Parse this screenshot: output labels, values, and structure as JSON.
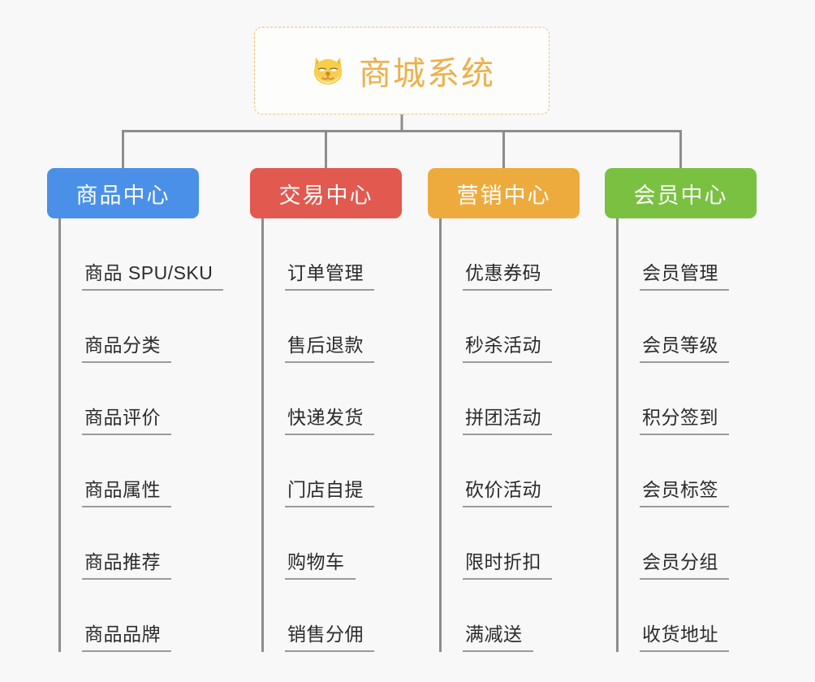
{
  "diagram": {
    "type": "mind-map",
    "background_color": "#f8f8f8",
    "root": {
      "icon": "dog-face-emoji",
      "icon_glyph": "🐶",
      "title": "商城系统",
      "title_color": "#edb04a",
      "border_color": "#f0c070",
      "border_style": "dashed",
      "fill_color": "#fdfdfc"
    },
    "connector_color": "#8d8d8d",
    "leaf_underline_color": "#9a9a9a",
    "leaf_text_color": "#2b2b2b",
    "branches": [
      {
        "label": "商品中心",
        "color": "#4a90e8",
        "leaves": [
          "商品 SPU/SKU",
          "商品分类",
          "商品评价",
          "商品属性",
          "商品推荐",
          "商品品牌"
        ]
      },
      {
        "label": "交易中心",
        "color": "#e2594f",
        "leaves": [
          "订单管理",
          "售后退款",
          "快递发货",
          "门店自提",
          "购物车",
          "销售分佣"
        ]
      },
      {
        "label": "营销中心",
        "color": "#eeab3d",
        "leaves": [
          "优惠券码",
          "秒杀活动",
          "拼团活动",
          "砍价活动",
          "限时折扣",
          "满减送"
        ]
      },
      {
        "label": "会员中心",
        "color": "#7ac142",
        "leaves": [
          "会员管理",
          "会员等级",
          "积分签到",
          "会员标签",
          "会员分组",
          "收货地址"
        ]
      }
    ]
  }
}
